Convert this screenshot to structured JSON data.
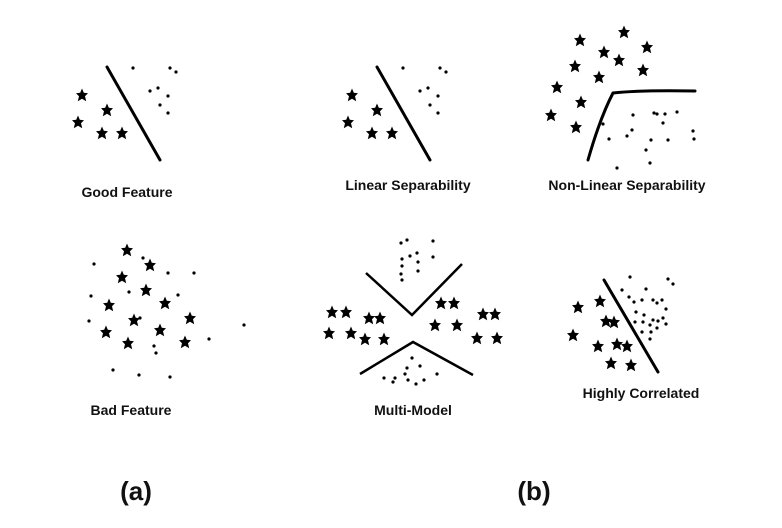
{
  "figure": {
    "ink_color": "#000000",
    "background": "#ffffff",
    "part_labels": {
      "a": "(a)",
      "b": "(b)"
    },
    "panels": [
      {
        "id": "good-feature",
        "caption": "Good Feature",
        "separator": {
          "kind": "line",
          "points": [
            [
              107,
              67
            ],
            [
              160,
              160
            ]
          ]
        },
        "stars": [
          [
            82,
            95
          ],
          [
            107,
            110
          ],
          [
            78,
            122
          ],
          [
            102,
            133
          ],
          [
            122,
            133
          ]
        ],
        "dots": [
          [
            133,
            68
          ],
          [
            170,
            68
          ],
          [
            176,
            72
          ],
          [
            150,
            91
          ],
          [
            158,
            88
          ],
          [
            168,
            96
          ],
          [
            160,
            105
          ],
          [
            168,
            113
          ]
        ]
      },
      {
        "id": "linear-separability",
        "caption": "Linear Separability",
        "separator": {
          "kind": "line",
          "points": [
            [
              377,
              67
            ],
            [
              430,
              160
            ]
          ]
        },
        "stars": [
          [
            352,
            95
          ],
          [
            377,
            110
          ],
          [
            348,
            122
          ],
          [
            372,
            133
          ],
          [
            392,
            133
          ]
        ],
        "dots": [
          [
            403,
            68
          ],
          [
            440,
            68
          ],
          [
            446,
            72
          ],
          [
            420,
            91
          ],
          [
            428,
            88
          ],
          [
            438,
            96
          ],
          [
            430,
            105
          ],
          [
            438,
            113
          ]
        ]
      },
      {
        "id": "non-linear-separability",
        "caption": "Non-Linear Separability",
        "separator": {
          "kind": "curve",
          "points": [
            [
              588,
              160
            ],
            [
              600,
              118
            ],
            [
              613,
              93
            ],
            [
              640,
              90
            ],
            [
              695,
              91
            ]
          ]
        },
        "stars": [
          [
            580,
            40
          ],
          [
            624,
            32
          ],
          [
            647,
            47
          ],
          [
            604,
            52
          ],
          [
            619,
            60
          ],
          [
            575,
            66
          ],
          [
            643,
            70
          ],
          [
            599,
            77
          ],
          [
            557,
            87
          ],
          [
            581,
            102
          ],
          [
            551,
            115
          ],
          [
            576,
            127
          ]
        ],
        "dots": [
          [
            657,
            114
          ],
          [
            654,
            113
          ],
          [
            665,
            114
          ],
          [
            677,
            112
          ],
          [
            633,
            115
          ],
          [
            632,
            130
          ],
          [
            663,
            123
          ],
          [
            603,
            124
          ],
          [
            609,
            139
          ],
          [
            627,
            136
          ],
          [
            651,
            140
          ],
          [
            668,
            140
          ],
          [
            693,
            131
          ],
          [
            694,
            139
          ],
          [
            646,
            150
          ],
          [
            650,
            163
          ],
          [
            617,
            168
          ]
        ]
      },
      {
        "id": "bad-feature",
        "caption": "Bad Feature",
        "separator": null,
        "stars": [
          [
            127,
            250
          ],
          [
            150,
            265
          ],
          [
            122,
            277
          ],
          [
            146,
            290
          ],
          [
            109,
            305
          ],
          [
            165,
            303
          ],
          [
            134,
            320
          ],
          [
            190,
            318
          ],
          [
            106,
            332
          ],
          [
            160,
            330
          ],
          [
            128,
            343
          ],
          [
            185,
            342
          ]
        ],
        "dots": [
          [
            94,
            264
          ],
          [
            143,
            258
          ],
          [
            168,
            273
          ],
          [
            194,
            273
          ],
          [
            91,
            296
          ],
          [
            129,
            292
          ],
          [
            178,
            295
          ],
          [
            89,
            321
          ],
          [
            140,
            318
          ],
          [
            209,
            339
          ],
          [
            154,
            346
          ],
          [
            156,
            353
          ],
          [
            244,
            325
          ],
          [
            113,
            370
          ],
          [
            139,
            375
          ],
          [
            170,
            377
          ]
        ]
      },
      {
        "id": "multi-model",
        "caption": "Multi-Model",
        "separator": {
          "kind": "polylines",
          "points": [
            [
              [
                366,
                273
              ],
              [
                412,
                315
              ],
              [
                462,
                264
              ]
            ],
            [
              [
                360,
                374
              ],
              [
                413,
                342
              ],
              [
                473,
                375
              ]
            ]
          ]
        },
        "stars": [
          [
            332,
            312
          ],
          [
            346,
            312
          ],
          [
            329,
            333
          ],
          [
            351,
            333
          ],
          [
            369,
            318
          ],
          [
            380,
            318
          ],
          [
            365,
            339
          ],
          [
            384,
            339
          ],
          [
            441,
            303
          ],
          [
            454,
            303
          ],
          [
            435,
            325
          ],
          [
            457,
            325
          ],
          [
            483,
            314
          ],
          [
            495,
            314
          ],
          [
            477,
            338
          ],
          [
            497,
            338
          ]
        ],
        "dots": [
          [
            401,
            243
          ],
          [
            407,
            240
          ],
          [
            433,
            241
          ],
          [
            402,
            259
          ],
          [
            410,
            256
          ],
          [
            417,
            253
          ],
          [
            433,
            257
          ],
          [
            402,
            266
          ],
          [
            418,
            262
          ],
          [
            401,
            274
          ],
          [
            418,
            271
          ],
          [
            402,
            280
          ],
          [
            412,
            358
          ],
          [
            407,
            368
          ],
          [
            420,
            366
          ],
          [
            395,
            378
          ],
          [
            405,
            374
          ],
          [
            408,
            380
          ],
          [
            416,
            384
          ],
          [
            424,
            380
          ],
          [
            437,
            374
          ],
          [
            384,
            378
          ],
          [
            393,
            382
          ]
        ]
      },
      {
        "id": "highly-correlated",
        "caption": "Highly Correlated",
        "separator": {
          "kind": "line",
          "points": [
            [
              604,
              280
            ],
            [
              658,
              372
            ]
          ]
        },
        "stars": [
          [
            600,
            301
          ],
          [
            578,
            307
          ],
          [
            606,
            321
          ],
          [
            614,
            322
          ],
          [
            573,
            335
          ],
          [
            598,
            346
          ],
          [
            617,
            344
          ],
          [
            627,
            346
          ],
          [
            611,
            363
          ],
          [
            631,
            365
          ]
        ],
        "dots": [
          [
            630,
            277
          ],
          [
            668,
            279
          ],
          [
            673,
            284
          ],
          [
            622,
            290
          ],
          [
            629,
            297
          ],
          [
            646,
            289
          ],
          [
            634,
            302
          ],
          [
            642,
            300
          ],
          [
            653,
            300
          ],
          [
            657,
            303
          ],
          [
            662,
            300
          ],
          [
            636,
            312
          ],
          [
            644,
            315
          ],
          [
            666,
            309
          ],
          [
            653,
            320
          ],
          [
            635,
            322
          ],
          [
            643,
            322
          ],
          [
            650,
            325
          ],
          [
            658,
            321
          ],
          [
            663,
            318
          ],
          [
            666,
            324
          ],
          [
            642,
            332
          ],
          [
            651,
            332
          ],
          [
            657,
            328
          ],
          [
            650,
            339
          ]
        ]
      }
    ]
  },
  "captions": {
    "good_feature": "Good Feature",
    "linear_separability": "Linear Separability",
    "non_linear_separability": "Non-Linear Separability",
    "bad_feature": "Bad Feature",
    "multi_model": "Multi-Model",
    "highly_correlated": "Highly Correlated"
  }
}
